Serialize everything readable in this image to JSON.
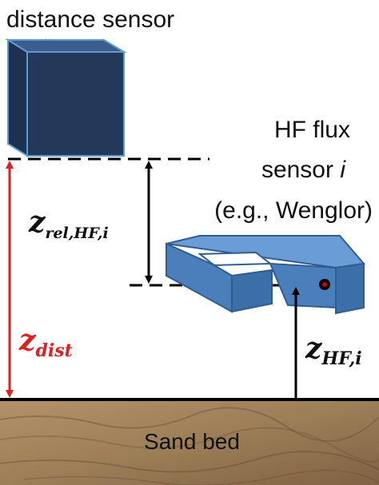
{
  "labels": {
    "distance_sensor": "distance sensor",
    "hf_line1": "HF flux",
    "hf_line2_prefix": "sensor ",
    "hf_line2_index": "i",
    "hf_line3": "(e.g., Wenglor)",
    "sand_bed": "Sand bed"
  },
  "symbols": {
    "z_rel": {
      "base": "z",
      "sub": "rel,HF,i"
    },
    "z_dist": {
      "base": "z",
      "sub": "dist"
    },
    "z_hf": {
      "base": "z",
      "sub": "HF,i"
    }
  },
  "colors": {
    "distance_box_front": "#24385a",
    "distance_box_top": "#3d5d8c",
    "distance_box_side": "#2c4670",
    "distance_box_edge": "#5b9bd5",
    "hf_sensor_fill": "#4f86c6",
    "hf_sensor_top": "#6a9dd6",
    "hf_sensor_edge": "#2f5d92",
    "z_dist_color": "#e02020",
    "line_color": "#000000",
    "sand_light": "#a88a62",
    "sand_dark": "#6b5236",
    "sensor_dot": "#cc0000"
  }
}
